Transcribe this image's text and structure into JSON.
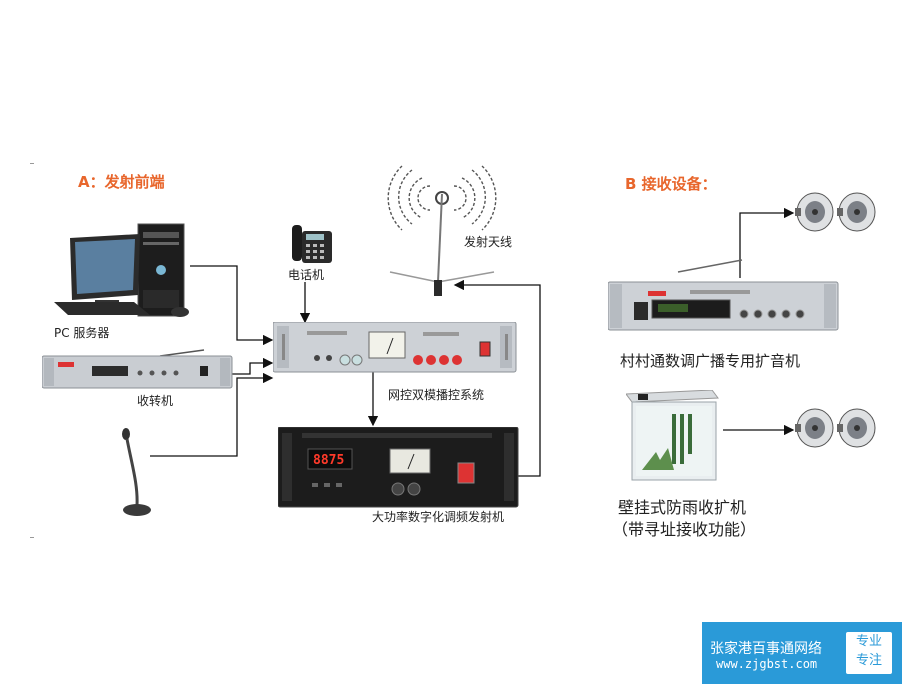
{
  "section_a": {
    "title": "A：发射前端"
  },
  "section_b": {
    "title": "B 接收设备："
  },
  "devices": {
    "pc": "PC 服务器",
    "receiver": "收转机",
    "phone": "电话机",
    "antenna": "发射天线",
    "controller": "网控双模播控系统",
    "transmitter": "大功率数字化调频发射机",
    "amplifier": "村村通数调广播专用扩音机",
    "wall_amp_line1": "壁挂式防雨收扩机",
    "wall_amp_line2": "（带寻址接收功能）"
  },
  "panel_text": {
    "transmitter_display": "8875"
  },
  "footer": {
    "company": "张家港百事通网络",
    "url": "www.zjgbst.com",
    "badge_line1": "专业",
    "badge_line2": "专注"
  },
  "colors": {
    "title_accent": "#e8662c",
    "footer_bg": "#2a9ad8",
    "device_silver": "#c9cdd2",
    "device_black": "#1c1c1c"
  }
}
